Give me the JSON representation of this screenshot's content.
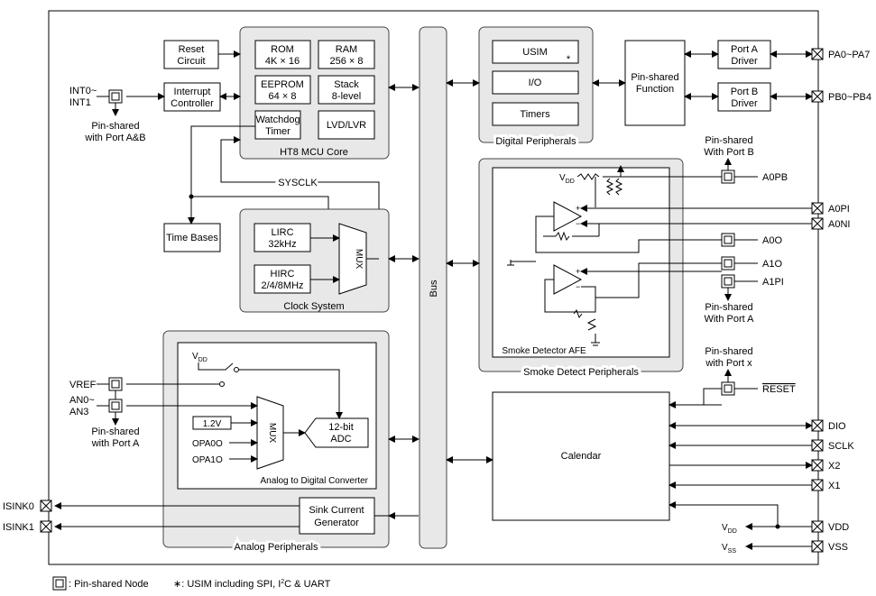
{
  "blocks": {
    "reset_circuit": [
      "Reset",
      "Circuit"
    ],
    "interrupt_controller": [
      "Interrupt",
      "Controller"
    ],
    "time_bases": "Time Bases",
    "rom": [
      "ROM",
      "4K × 16"
    ],
    "ram": [
      "RAM",
      "256 × 8"
    ],
    "eeprom": [
      "EEPROM",
      "64 × 8"
    ],
    "stack": [
      "Stack",
      "8-level"
    ],
    "watchdog": [
      "Watchdog",
      "Timer"
    ],
    "lvd": "LVD/LVR",
    "mcu_core": "HT8 MCU Core",
    "sysclk": "SYSCLK",
    "lirc": [
      "LIRC",
      "32kHz"
    ],
    "hirc": [
      "HIRC",
      "2/4/8MHz"
    ],
    "clock_mux": "MUX",
    "clock_system": "Clock System",
    "bus": "Bus",
    "usim": "USIM",
    "usim_star": "*",
    "io": "I/O",
    "timers": "Timers",
    "digital_peripherals": "Digital Peripherals",
    "pin_shared_function": [
      "Pin-shared",
      "Function"
    ],
    "port_a_driver": [
      "Port A",
      "Driver"
    ],
    "port_b_driver": [
      "Port B",
      "Driver"
    ],
    "smoke_afe": "Smoke Detector AFE",
    "smoke_peripherals": "Smoke Detect Peripherals",
    "adc_vdd": "V",
    "adc_vdd_sub": "DD",
    "adc_1v2": "1.2V",
    "adc_opa0o": "OPA0O",
    "adc_opa1o": "OPA1O",
    "adc_mux": "MUX",
    "adc": [
      "12-bit",
      "ADC"
    ],
    "adc_title": "Analog to Digital Converter",
    "sink_current": [
      "Sink Current",
      "Generator"
    ],
    "analog_peripherals": "Analog Peripherals",
    "calendar": "Calendar",
    "afe_vdd": "V",
    "afe_vdd_sub": "DD"
  },
  "pins": {
    "pa": "PA0~PA7",
    "pb": "PB0~PB4",
    "a0pb": "A0PB",
    "a0pi": "A0PI",
    "a0ni": "A0NI",
    "a0o": "A0O",
    "a1o": "A1O",
    "a1pi": "A1PI",
    "reset": "RESET",
    "dio": "DIO",
    "sclk": "SCLK",
    "x2": "X2",
    "x1": "X1",
    "vdd": "VDD",
    "vss": "VSS",
    "vdd_out": "V",
    "vdd_out_sub": "DD",
    "vss_out": "V",
    "vss_out_sub": "SS",
    "int": [
      "INT0~",
      "INT1"
    ],
    "vref": "VREF",
    "an": [
      "AN0~",
      "AN3"
    ],
    "isink0": "ISINK0",
    "isink1": "ISINK1"
  },
  "notes": {
    "int_shared": [
      "Pin-shared",
      "with Port A&B"
    ],
    "an_shared": [
      "Pin-shared",
      "with Port A"
    ],
    "a0pb_shared": [
      "Pin-shared",
      "With Port B"
    ],
    "a1pi_shared": [
      "Pin-shared",
      "With Port A"
    ],
    "reset_shared": [
      "Pin-shared",
      "with Port x"
    ]
  },
  "legend": {
    "node": ": Pin-shared Node",
    "usim_note_pre": "∗: USIM including SPI, I",
    "usim_note_sup": "2",
    "usim_note_post": "C & UART"
  }
}
